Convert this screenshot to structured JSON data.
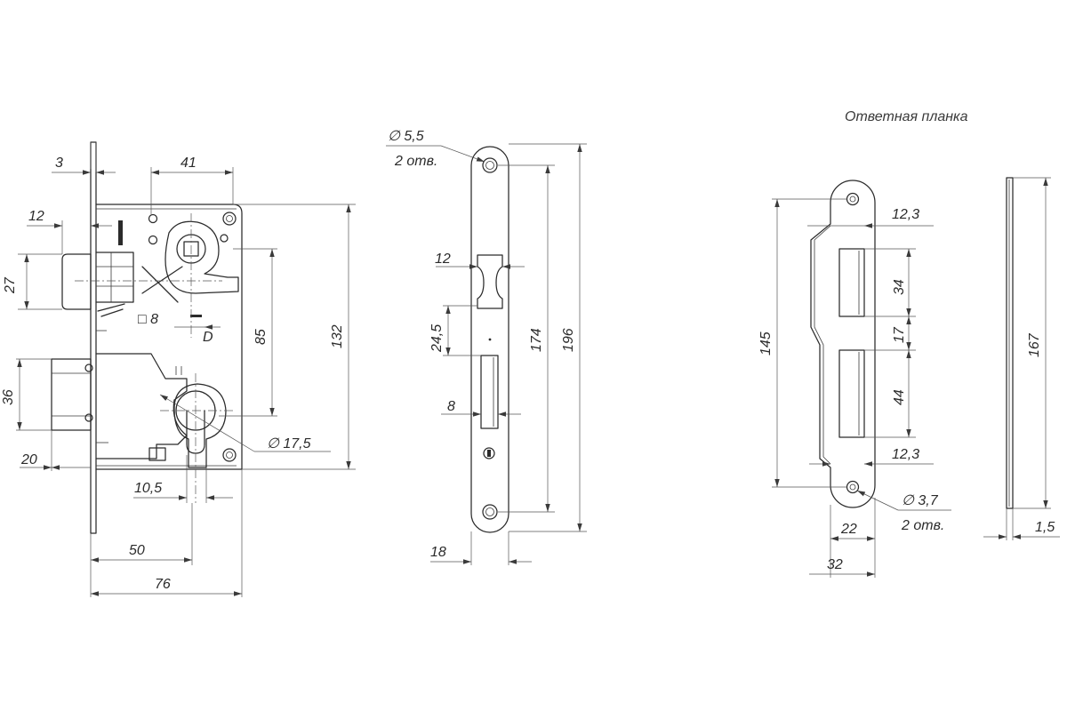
{
  "lock_body": {
    "dims": {
      "d_3": "3",
      "d_41": "41",
      "d_12": "12",
      "d_27": "27",
      "d_square8": "□ 8",
      "d_85": "85",
      "d_132": "132",
      "d_36": "36",
      "d_20": "20",
      "d_diam175": "∅ 17,5",
      "d_105": "10,5",
      "d_50": "50",
      "d_76": "76"
    }
  },
  "faceplate": {
    "dims": {
      "d_diam55": "∅ 5,5",
      "d_holes": "2 отв.",
      "d_12": "12",
      "d_245": "24,5",
      "d_8": "8",
      "d_174": "174",
      "d_196": "196",
      "d_18": "18"
    }
  },
  "strike_plate": {
    "title": "Ответная планка",
    "dims": {
      "d_123_top": "12,3",
      "d_34": "34",
      "d_17": "17",
      "d_44": "44",
      "d_123_bottom": "12,3",
      "d_145": "145",
      "d_diam37": "∅ 3,7",
      "d_holes": "2 отв.",
      "d_22": "22",
      "d_32": "32",
      "d_167": "167",
      "d_15": "1,5"
    }
  }
}
